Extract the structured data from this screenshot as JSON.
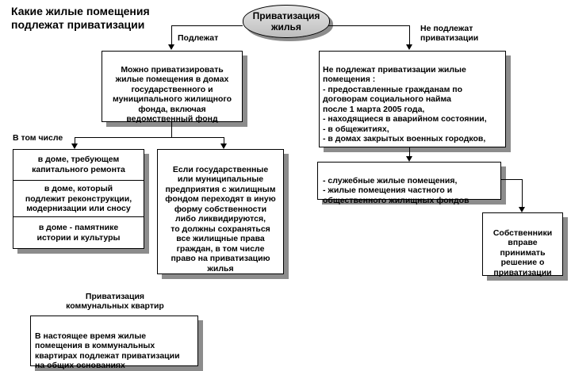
{
  "title": "Какие жилые помещения\nподлежат приватизации",
  "root": "Приватизация\nжилья",
  "branch_left_label": "Подлежат",
  "branch_right_label": "Не подлежат\nприватизации",
  "left_main": "Можно приватизировать\nжилые  помещения в домах\nгосударственного  и\nмуниципального жилищного\nфонда, включая\nведомственный фонд",
  "including_label": "В том числе",
  "including_items": [
    "в доме, требующем\nкапитального ремонта",
    "в доме, который\nподлежит реконструкции,\nмодернизации или сносу",
    "в доме - памятнике\nистории и культуры"
  ],
  "enterprise_box": "Если государственные\nили муниципальные\nпредприятия с жилищным\nфондом переходят в иную\nформу собственности\nлибо ликвидируются,\nто должны сохраняться\nвсе жилищные права\nграждан, в том числе\nправо на приватизацию\nжилья",
  "right_main": "Не подлежат приватизации жилые\nпомещения :\n- предоставленные гражданам по\nдоговорам социального найма\nпосле 1 марта 2005 года,\n- находящиеся в аварийном состоянии,\n- в общежитиях,\n- в домах закрытых военных городков,",
  "right_sub": "- служебные жилые помещения,\n- жилые помещения частного и\nобщественного жилищных фондов",
  "owners_box": "Собственники\nвправе\nпринимать\nрешение о\nприватизации",
  "communal_label": "Приватизация\nкоммунальных квартир",
  "communal_box": "В настоящее время жилые\nпомещения в коммунальных\nквартирах подлежат приватизации\nна общих основаниях"
}
